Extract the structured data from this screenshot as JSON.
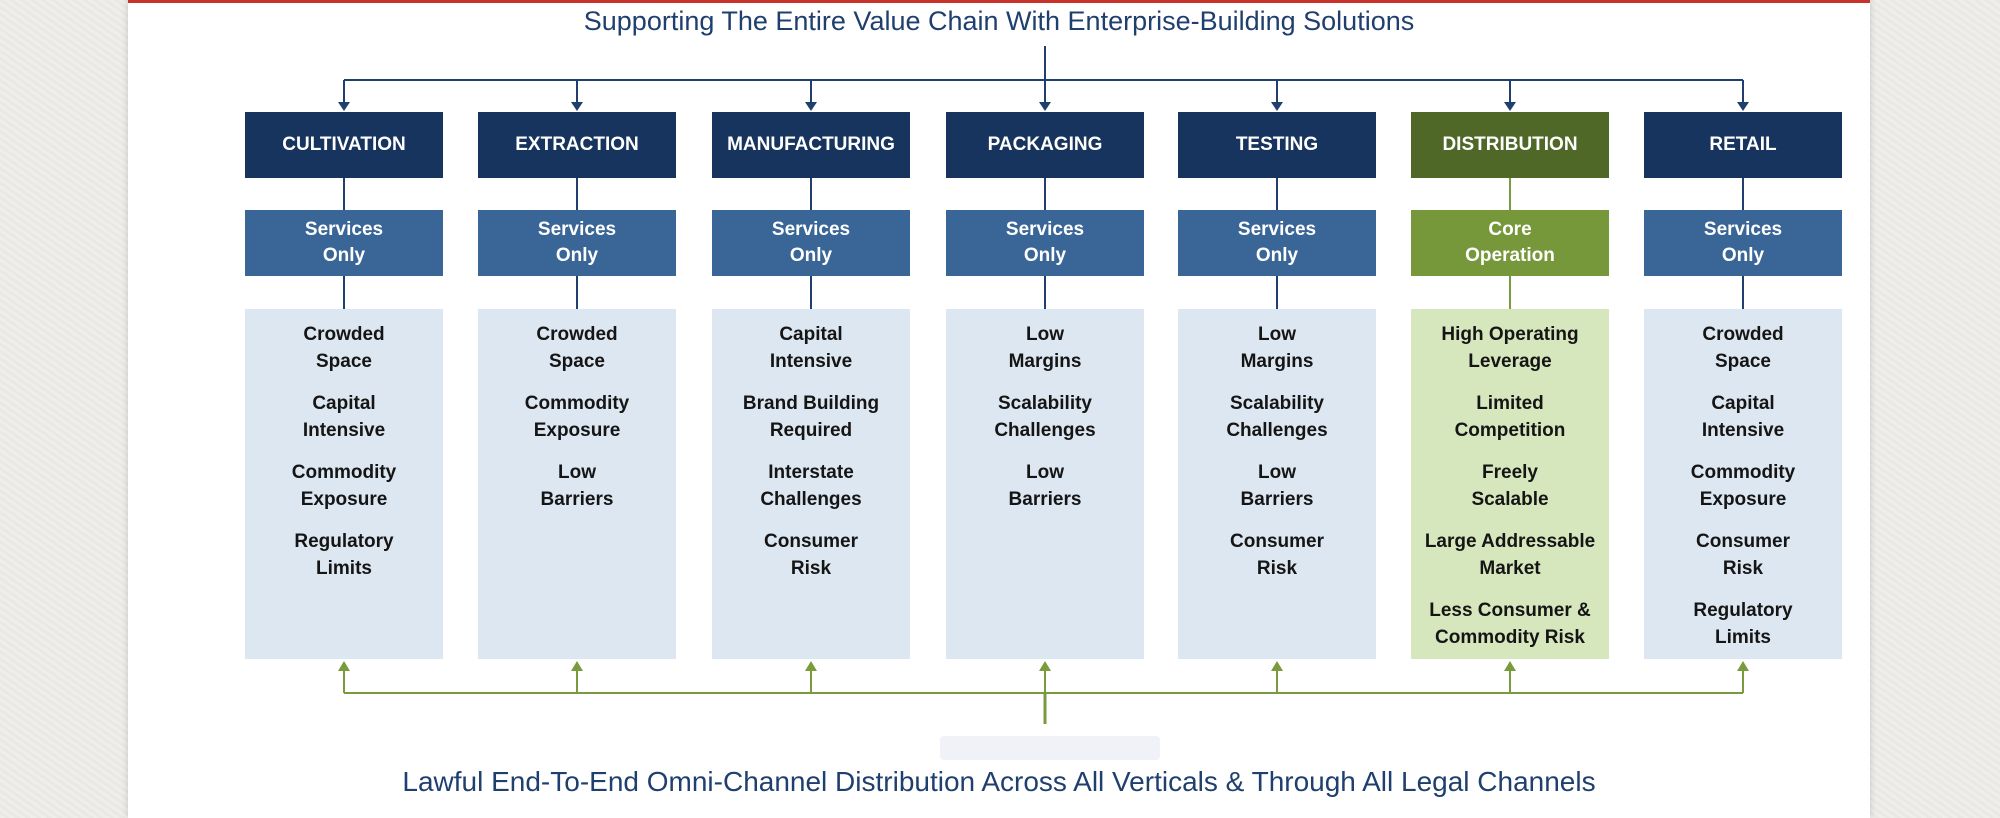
{
  "title": "Supporting The Entire Value Chain With Enterprise-Building Solutions",
  "footer": "Lawful End-To-End Omni-Channel Distribution Across All Verticals & Through All Legal Channels",
  "colors": {
    "navy": "#16345d",
    "olive": "#4f6727",
    "service_blue": "#3a6597",
    "service_green": "#77983a",
    "list_blue": "#dde7f2",
    "list_green": "#d6e7bd",
    "top_connector": "#1f3f6e",
    "bottom_connector": "#7a9a3e",
    "accent_rule": "#c9312b"
  },
  "columns": [
    {
      "header": "CULTIVATION",
      "role": "Services\nOnly",
      "theme": "blue",
      "items": [
        "Crowded\nSpace",
        "Capital\nIntensive",
        "Commodity\nExposure",
        "Regulatory\nLimits"
      ]
    },
    {
      "header": "EXTRACTION",
      "role": "Services\nOnly",
      "theme": "blue",
      "items": [
        "Crowded\nSpace",
        "Commodity\nExposure",
        "Low\nBarriers"
      ]
    },
    {
      "header": "MANUFACTURING",
      "role": "Services\nOnly",
      "theme": "blue",
      "items": [
        "Capital\nIntensive",
        "Brand Building\nRequired",
        "Interstate\nChallenges",
        "Consumer\nRisk"
      ]
    },
    {
      "header": "PACKAGING",
      "role": "Services\nOnly",
      "theme": "blue",
      "items": [
        "Low\nMargins",
        "Scalability\nChallenges",
        "Low\nBarriers"
      ]
    },
    {
      "header": "TESTING",
      "role": "Services\nOnly",
      "theme": "blue",
      "items": [
        "Low\nMargins",
        "Scalability\nChallenges",
        "Low\nBarriers",
        "Consumer\nRisk"
      ]
    },
    {
      "header": "DISTRIBUTION",
      "role": "Core\nOperation",
      "theme": "green",
      "items": [
        "High Operating\nLeverage",
        "Limited\nCompetition",
        "Freely\nScalable",
        "Large Addressable\nMarket",
        "Less Consumer &\nCommodity Risk"
      ]
    },
    {
      "header": "RETAIL",
      "role": "Services\nOnly",
      "theme": "blue",
      "items": [
        "Crowded\nSpace",
        "Capital\nIntensive",
        "Commodity\nExposure",
        "Consumer\nRisk",
        "Regulatory\nLimits"
      ]
    }
  ]
}
